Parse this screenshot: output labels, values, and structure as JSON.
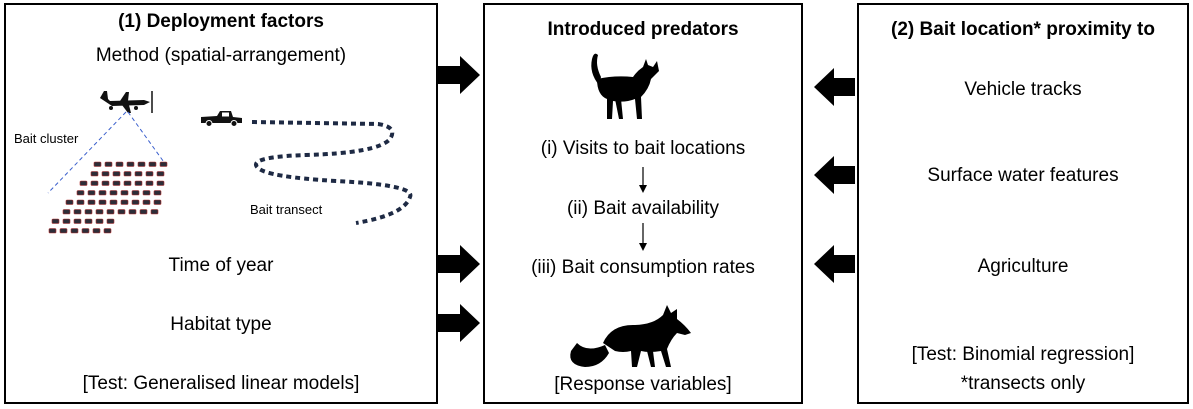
{
  "left_panel": {
    "title": "(1) Deployment factors",
    "method": "Method (spatial-arrangement)",
    "bait_cluster_label": "Bait cluster",
    "bait_transect_label": "Bait transect",
    "time_of_year": "Time of year",
    "habitat_type": "Habitat type",
    "test": "[Test: Generalised linear models]"
  },
  "center_panel": {
    "title": "Introduced predators",
    "step1": "(i) Visits to bait locations",
    "step2": "(ii) Bait availability",
    "step3": "(iii) Bait consumption rates",
    "footer": "[Response variables]"
  },
  "right_panel": {
    "title": "(2) Bait location* proximity to",
    "item1": "Vehicle tracks",
    "item2": "Surface water features",
    "item3": "Agriculture",
    "test": "[Test: Binomial regression]",
    "note": "*transects only"
  },
  "icons": [
    "plane-icon",
    "truck-icon",
    "cat-icon",
    "fox-icon"
  ],
  "colors": {
    "border": "#000000",
    "bait": "#2d2d38",
    "bait_accent": "#b03030",
    "dashed_line": "#3a5fcd",
    "transect": "#1e2a44"
  }
}
